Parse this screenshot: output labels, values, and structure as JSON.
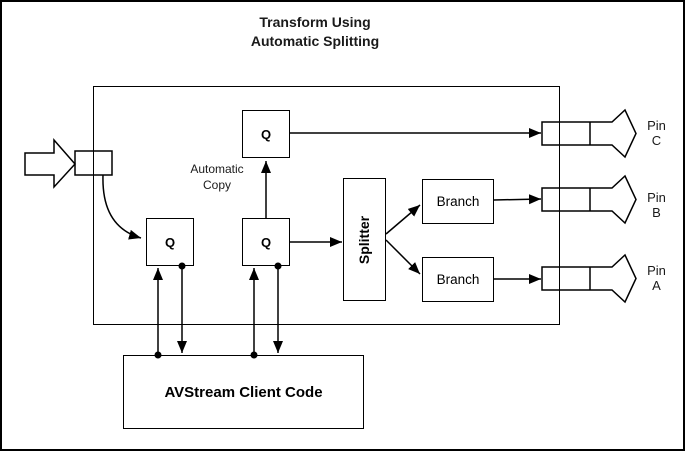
{
  "title": {
    "line1": "Transform Using",
    "line2": "Automatic Splitting"
  },
  "queues": {
    "q1": "Q",
    "q2": "Q",
    "q3": "Q"
  },
  "splitter": {
    "label": "Splitter"
  },
  "branches": [
    {
      "label": "Branch"
    },
    {
      "label": "Branch"
    }
  ],
  "labels": {
    "automatic_copy_line1": "Automatic",
    "automatic_copy_line2": "Copy",
    "client_code": "AVStream Client Code"
  },
  "pins": [
    {
      "word": "Pin",
      "letter": "C"
    },
    {
      "word": "Pin",
      "letter": "B"
    },
    {
      "word": "Pin",
      "letter": "A"
    }
  ],
  "colors": {
    "line": "#000000",
    "background": "#ffffff"
  }
}
